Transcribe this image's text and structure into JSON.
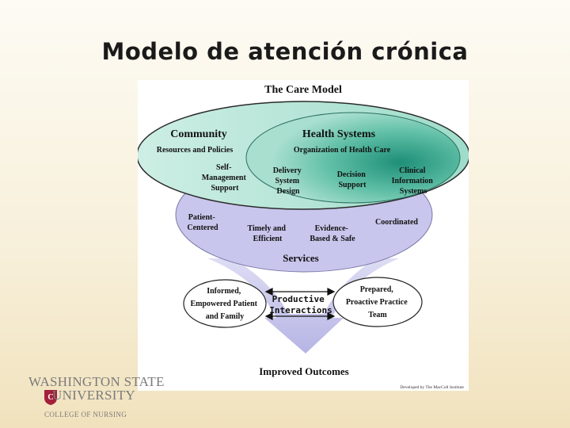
{
  "slide": {
    "title": "Modelo de atención crónica"
  },
  "diagram": {
    "title": "The Care Model",
    "community": {
      "heading": "Community",
      "subheading": "Resources and Policies",
      "element": [
        "Self-",
        "Management",
        "Support"
      ]
    },
    "health_systems": {
      "heading": "Health Systems",
      "subheading": "Organization of Health Care",
      "elements": [
        [
          "Delivery",
          "System",
          "Design"
        ],
        [
          "Decision",
          "Support"
        ],
        [
          "Clinical",
          "Information",
          "Systems"
        ]
      ]
    },
    "services": {
      "label": "Services",
      "items": [
        [
          "Patient-",
          "Centered"
        ],
        [
          "Timely and",
          "Efficient"
        ],
        [
          "Evidence-",
          "Based & Safe"
        ],
        [
          "Coordinated"
        ]
      ]
    },
    "patient": [
      "Informed,",
      "Empowered Patient",
      "and Family"
    ],
    "team": [
      "Prepared,",
      "Proactive Practice",
      "Team"
    ],
    "interactions": [
      "Productive",
      "Interactions"
    ],
    "outcomes": "Improved Outcomes",
    "credit": "Developed by The MacColl Institute"
  },
  "logo": {
    "line1": "WASHINGTON STATE",
    "line2": "UNIVERSITY",
    "line3": "COLLEGE OF NURSING"
  },
  "colors": {
    "teal_light": "#cdeee4",
    "teal_dark": "#1f8f78",
    "lavender": "#c8c6ec",
    "arrow": "#b8b6e6",
    "logo_crimson": "#a3203a"
  }
}
